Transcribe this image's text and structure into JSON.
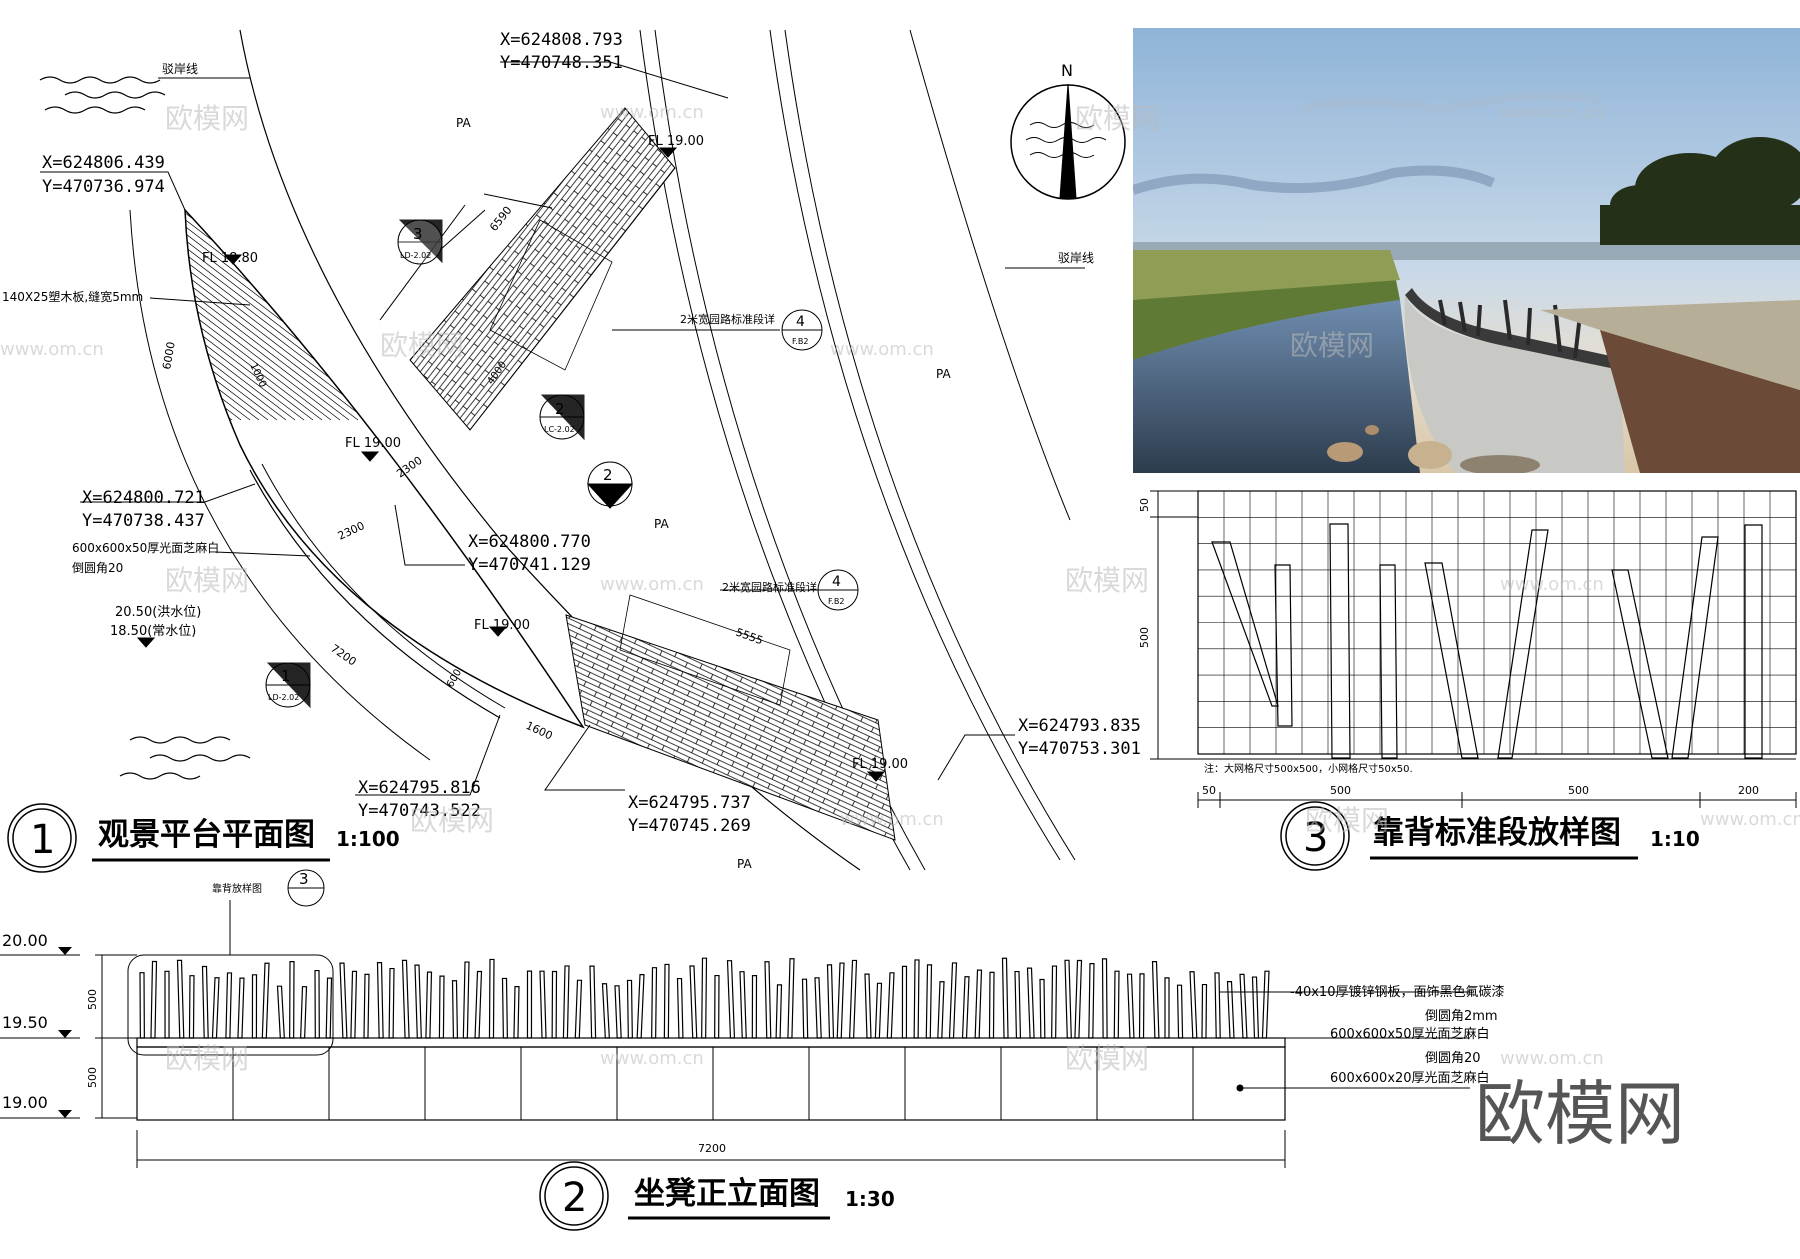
{
  "plan": {
    "coords": {
      "c1x": "X=624808.793",
      "c1y": "Y=470748.351",
      "c2x": "X=624806.439",
      "c2y": "Y=470736.974",
      "c3x": "X=624800.721",
      "c3y": "Y=470738.437",
      "c4x": "X=624800.770",
      "c4y": "Y=470741.129",
      "c5x": "X=624795.816",
      "c5y": "Y=470743.522",
      "c6x": "X=624795.737",
      "c6y": "Y=470745.269",
      "c7x": "X=624793.835",
      "c7y": "Y=470753.301"
    },
    "labels": {
      "shoreline_top": "驳岸线",
      "shoreline_right": "驳岸线",
      "pa": "PA",
      "wood_board": "140X25塑木板,缝宽5mm",
      "granite": "600x600x50厚光面芝麻白",
      "chamfer": "倒圆角20",
      "flood_level": "20.50(洪水位)",
      "normal_level": "18.50(常水位)",
      "path_detail": "2米宽园路标准段详",
      "fl_1880": "FL 18.80",
      "fl_1900": "FL 19.00"
    },
    "dims": {
      "d6590": "6590",
      "d6000": "6000",
      "d2300": "2300",
      "d2300b": "2300",
      "d7200": "7200",
      "d1600": "1600",
      "d600": "600",
      "d5555": "5555",
      "d1000": "1000",
      "d4000": "4000"
    },
    "callouts": {
      "num1": "1",
      "num2": "2",
      "num3": "3",
      "num4": "4",
      "ref_ld": "LD-2.02",
      "ref_lc": "LC-2.02",
      "ref_dash": "—",
      "ref_f": "F.B2"
    },
    "north": "N",
    "title_num": "1",
    "title": "观景平台平面图",
    "scale": "1:100"
  },
  "backrest": {
    "dims": {
      "d50": "50",
      "d500": "500",
      "b50": "50",
      "b500a": "500",
      "b500b": "500",
      "b200": "200"
    },
    "note": "注：大网格尺寸500x500，小网格尺寸50x50.",
    "title_num": "3",
    "title": "靠背标准段放样图",
    "scale": "1:10"
  },
  "elevation": {
    "levels": {
      "l2000": "20.00",
      "l1950": "19.50",
      "l1900": "19.00"
    },
    "dims": {
      "h500a": "500",
      "h500b": "500",
      "w7200": "7200"
    },
    "ref_label": "靠背放样图",
    "ref_num": "3",
    "ref_dash": "—",
    "annotations": {
      "a1": "-40x10厚镀锌钢板，面饰黑色氟碳漆",
      "a2": "倒圆角2mm",
      "a3": "600x600x50厚光面芝麻白",
      "a4": "倒圆角20",
      "a5": "600x600x20厚光面芝麻白"
    },
    "title_num": "2",
    "title": "坐凳正立面图",
    "scale": "1:30"
  },
  "watermark": {
    "brand": "欧模网",
    "url": "www.om.cn"
  }
}
